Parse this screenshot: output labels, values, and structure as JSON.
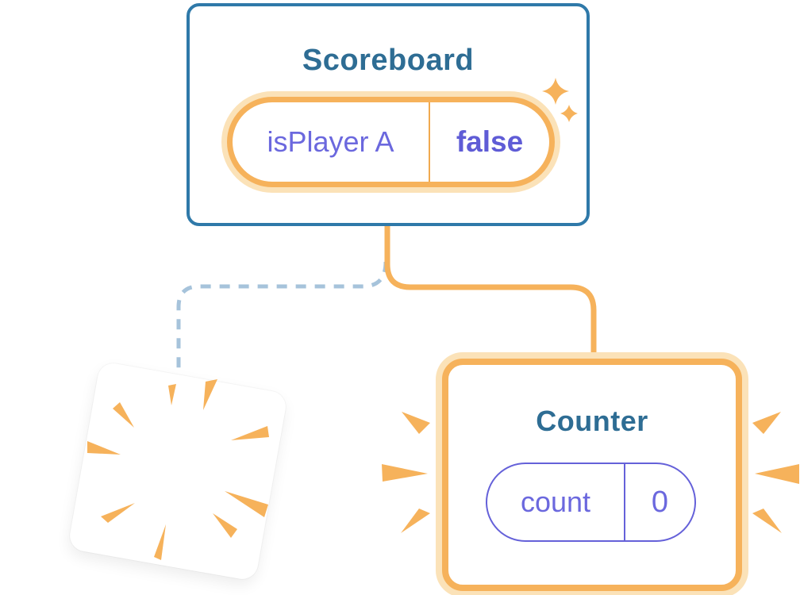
{
  "colors": {
    "background": "#FFFFFF",
    "card_border_blue": "#2F79A9",
    "title_blue": "#2E6D94",
    "state_key_purple": "#6B68DE",
    "state_value_purple": "#5F5CD6",
    "purple_pill_border": "#6561D9",
    "orange": "#F6B25B",
    "orange_glow": "#FBE2B8",
    "dashed_line_blue": "#A6C3DB"
  },
  "scoreboard": {
    "title": "Scoreboard",
    "state": {
      "key": "isPlayer A",
      "value": "false"
    },
    "decoration": "sparkles-icon"
  },
  "counter": {
    "title": "Counter",
    "state": {
      "key": "count",
      "value": "0"
    },
    "decoration": "emphasis-burst-marks"
  },
  "destroyed_component": {
    "decoration": "poof-burst-icon"
  },
  "connections": [
    {
      "from": "Scoreboard",
      "to": "destroyed-component",
      "style": "dashed"
    },
    {
      "from": "Scoreboard",
      "to": "Counter",
      "style": "solid"
    }
  ]
}
